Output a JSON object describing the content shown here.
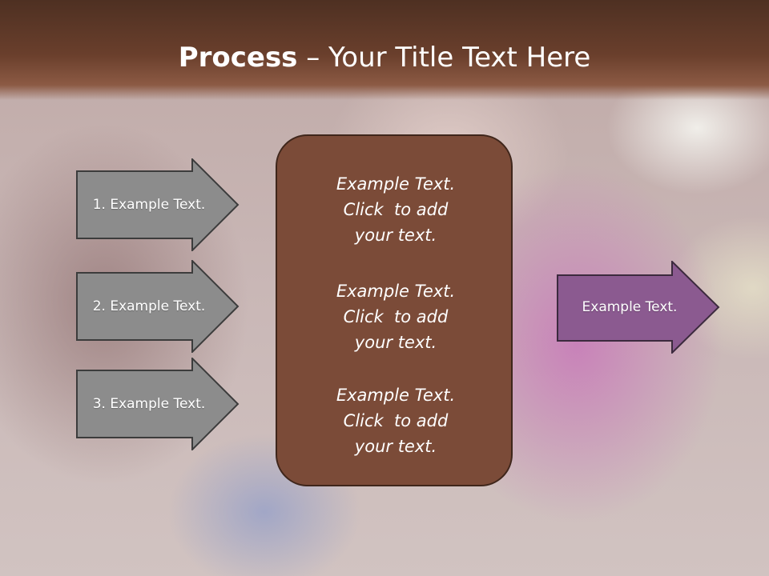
{
  "slide": {
    "title_bold": "Process",
    "title_rest": " – Your Title Text Here"
  },
  "steps": [
    {
      "label": "1. Example Text."
    },
    {
      "label": "2. Example Text."
    },
    {
      "label": "3. Example Text."
    }
  ],
  "center": {
    "blocks": [
      {
        "line1": "Example Text.",
        "line2": "Click  to add",
        "line3": "your text."
      },
      {
        "line1": "Example Text.",
        "line2": "Click  to add",
        "line3": "your text."
      },
      {
        "line1": "Example Text.",
        "line2": "Click  to add",
        "line3": "your text."
      }
    ]
  },
  "result": {
    "label": "Example Text."
  },
  "colors": {
    "title_bar": "#6a3f2c",
    "step_arrow": "#8a8a8a",
    "center_box": "#7b4b38",
    "result_arrow": "#8a5a8f"
  }
}
